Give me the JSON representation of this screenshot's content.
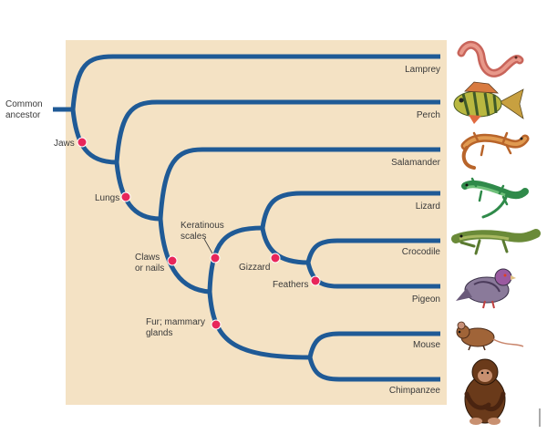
{
  "diagram": {
    "root_label_line1": "Common",
    "root_label_line2": "ancestor",
    "taxa": [
      "Lamprey",
      "Perch",
      "Salamander",
      "Lizard",
      "Crocodile",
      "Pigeon",
      "Mouse",
      "Chimpanzee"
    ],
    "characters": {
      "jaws": "Jaws",
      "lungs": "Lungs",
      "claws_line1": "Claws",
      "claws_line2": "or nails",
      "keratinous_line1": "Keratinous",
      "keratinous_line2": "scales",
      "gizzard": "Gizzard",
      "feathers": "Feathers",
      "fur_line1": "Fur; mammary",
      "fur_line2": "glands"
    }
  },
  "colors": {
    "panel": "#f4e2c4",
    "branch": "#1f5a96",
    "marker": "#e8265a"
  }
}
